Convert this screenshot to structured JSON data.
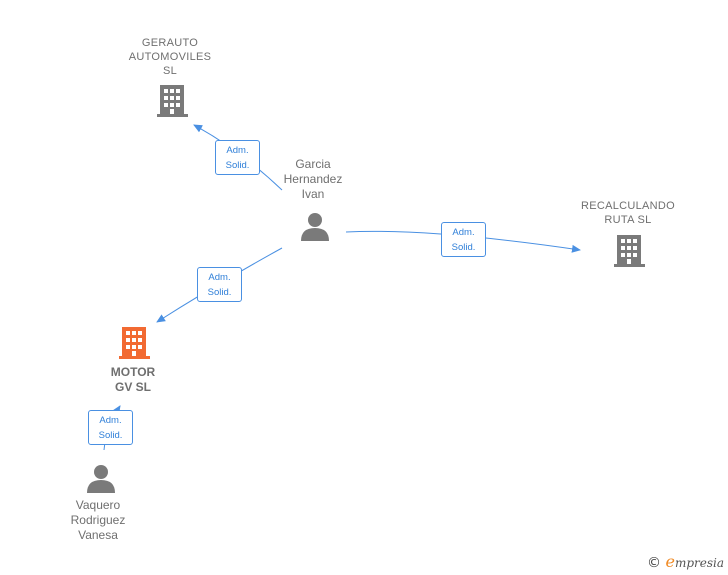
{
  "colors": {
    "edge": "#4a90e2",
    "node_gray": "#7a7a7a",
    "node_focus": "#f26a32",
    "label_text": "#6f6f6f"
  },
  "nodes": {
    "gerauto": {
      "type": "company",
      "icon": "building-icon",
      "lines": [
        "GERAUTO",
        "AUTOMOVILES",
        "SL"
      ]
    },
    "garcia": {
      "type": "person",
      "icon": "person-icon",
      "lines": [
        "Garcia",
        "Hernandez",
        "Ivan"
      ]
    },
    "recalculando": {
      "type": "company",
      "icon": "building-icon",
      "lines": [
        "RECALCULANDO",
        "RUTA  SL"
      ]
    },
    "motor": {
      "type": "company-focus",
      "icon": "building-icon",
      "lines": [
        "MOTOR",
        "GV  SL"
      ]
    },
    "vaquero": {
      "type": "person",
      "icon": "person-icon",
      "lines": [
        "Vaquero",
        "Rodriguez",
        "Vanesa"
      ]
    }
  },
  "edges": [
    {
      "from": "garcia",
      "to": "gerauto",
      "label": [
        "Adm.",
        "Solid."
      ]
    },
    {
      "from": "garcia",
      "to": "recalculando",
      "label": [
        "Adm.",
        "Solid."
      ]
    },
    {
      "from": "garcia",
      "to": "motor",
      "label": [
        "Adm.",
        "Solid."
      ]
    },
    {
      "from": "vaquero",
      "to": "motor",
      "label": [
        "Adm.",
        "Solid."
      ]
    }
  ],
  "footer": {
    "copyright": "©",
    "brand_initial": "e",
    "brand_rest": "mpresia"
  }
}
